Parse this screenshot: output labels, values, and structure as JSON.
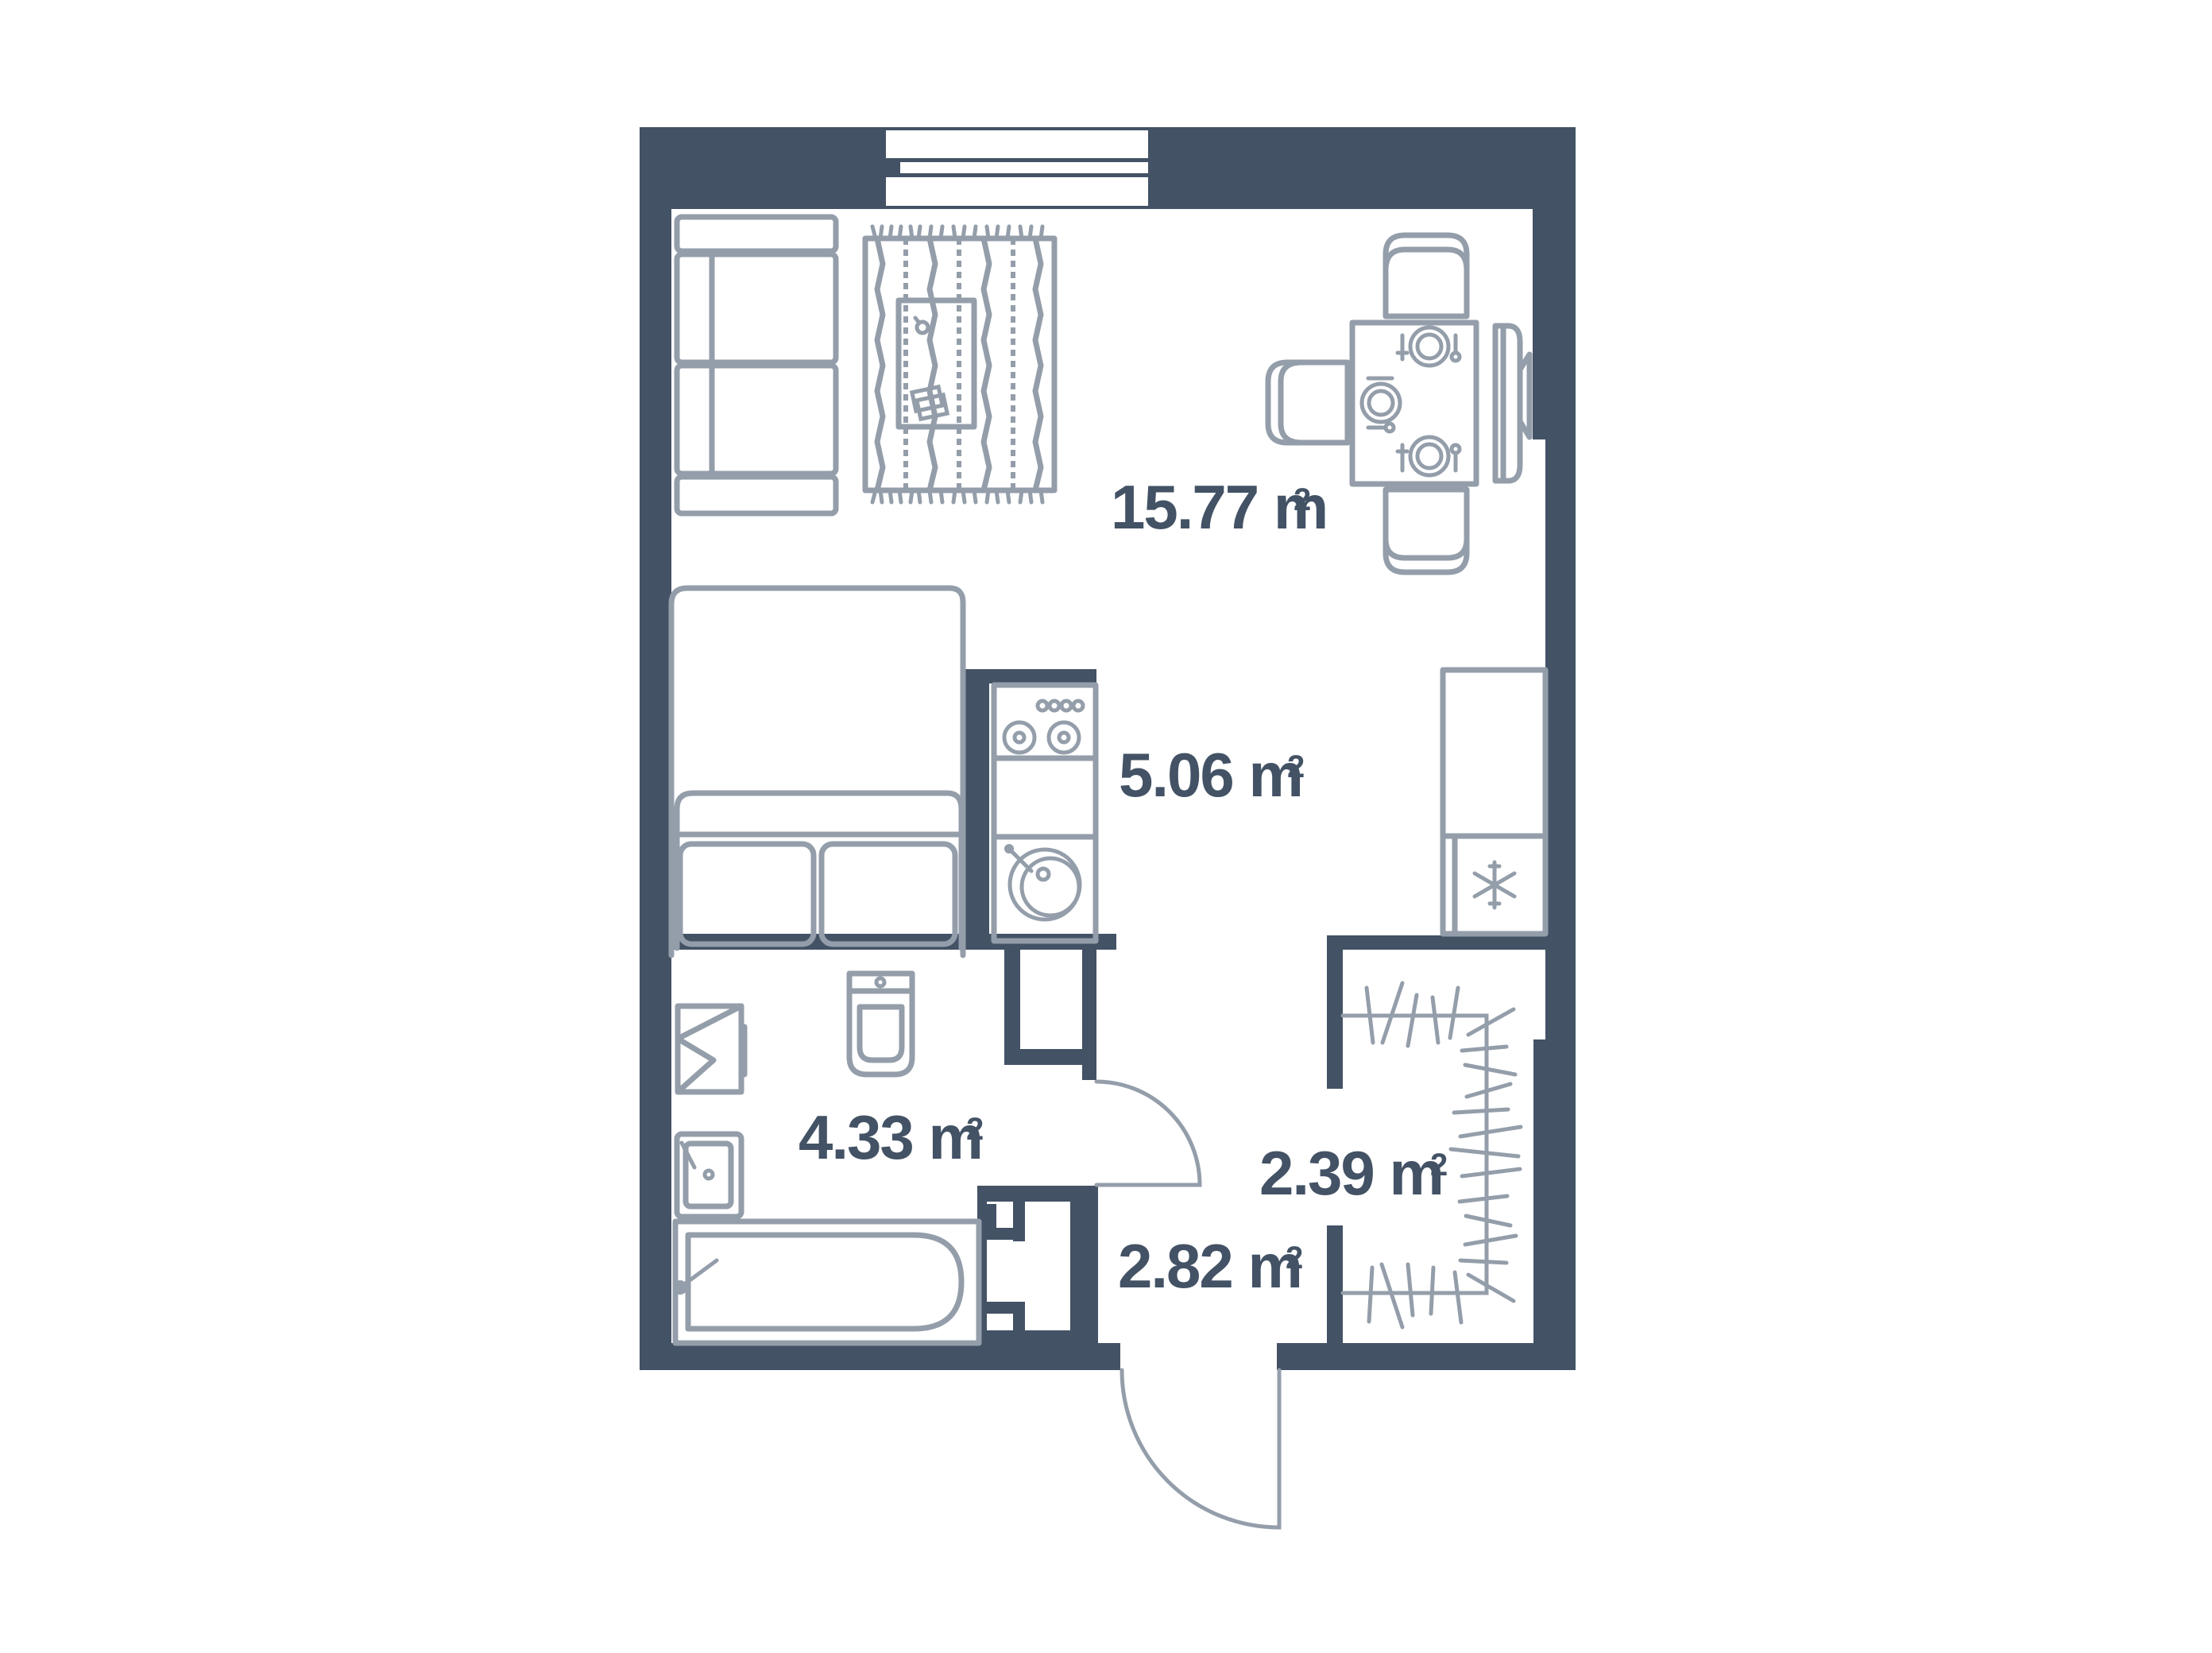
{
  "plan": {
    "type": "studio apartment floor plan",
    "colors": {
      "wall": "#435265",
      "furniture_line": "#949eaa",
      "background": "#ffffff"
    },
    "unit_suffix": "m",
    "unit_superscript": "2",
    "rooms": [
      {
        "id": "living",
        "name": "Living room",
        "area": "15.77",
        "unit": "m",
        "sup": "2"
      },
      {
        "id": "kitchen",
        "name": "Kitchen",
        "area": "5.06",
        "unit": "m",
        "sup": "2"
      },
      {
        "id": "bathroom",
        "name": "Bathroom",
        "area": "4.33",
        "unit": "m",
        "sup": "2"
      },
      {
        "id": "wardrobe",
        "name": "Wardrobe",
        "area": "2.39",
        "unit": "m",
        "sup": "2"
      },
      {
        "id": "hallway",
        "name": "Hallway",
        "area": "2.82",
        "unit": "m",
        "sup": "2"
      }
    ],
    "furniture": [
      "sofa",
      "rug",
      "coffee-table",
      "dining-table",
      "dining-chair",
      "tv",
      "bed",
      "stove",
      "counter",
      "sink",
      "refrigerator",
      "toilet",
      "washing-machine",
      "washbasin",
      "bathtub",
      "wardrobe-rack"
    ],
    "icons": [
      "snowflake-icon",
      "plate-icon",
      "fork-icon",
      "spoon-icon",
      "cup-icon"
    ]
  }
}
